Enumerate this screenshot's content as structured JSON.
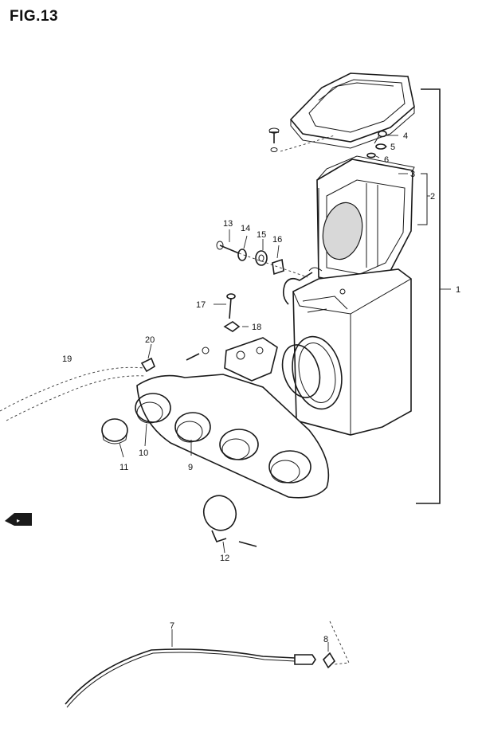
{
  "figure": {
    "title": "FIG.13"
  },
  "parts": [
    {
      "id": "1",
      "label": "1"
    },
    {
      "id": "2",
      "label": "2"
    },
    {
      "id": "3",
      "label": "3"
    },
    {
      "id": "4",
      "label": "4"
    },
    {
      "id": "5",
      "label": "5"
    },
    {
      "id": "6",
      "label": "6"
    },
    {
      "id": "7",
      "label": "7"
    },
    {
      "id": "8",
      "label": "8"
    },
    {
      "id": "9",
      "label": "9"
    },
    {
      "id": "10",
      "label": "10"
    },
    {
      "id": "11",
      "label": "11"
    },
    {
      "id": "12",
      "label": "12"
    },
    {
      "id": "13",
      "label": "13"
    },
    {
      "id": "14",
      "label": "14"
    },
    {
      "id": "15",
      "label": "15"
    },
    {
      "id": "16",
      "label": "16"
    },
    {
      "id": "17",
      "label": "17"
    },
    {
      "id": "18",
      "label": "18"
    },
    {
      "id": "19",
      "label": "19"
    },
    {
      "id": "20",
      "label": "20"
    }
  ],
  "colors": {
    "ink": "#1a1a1a",
    "paper": "#ffffff"
  }
}
